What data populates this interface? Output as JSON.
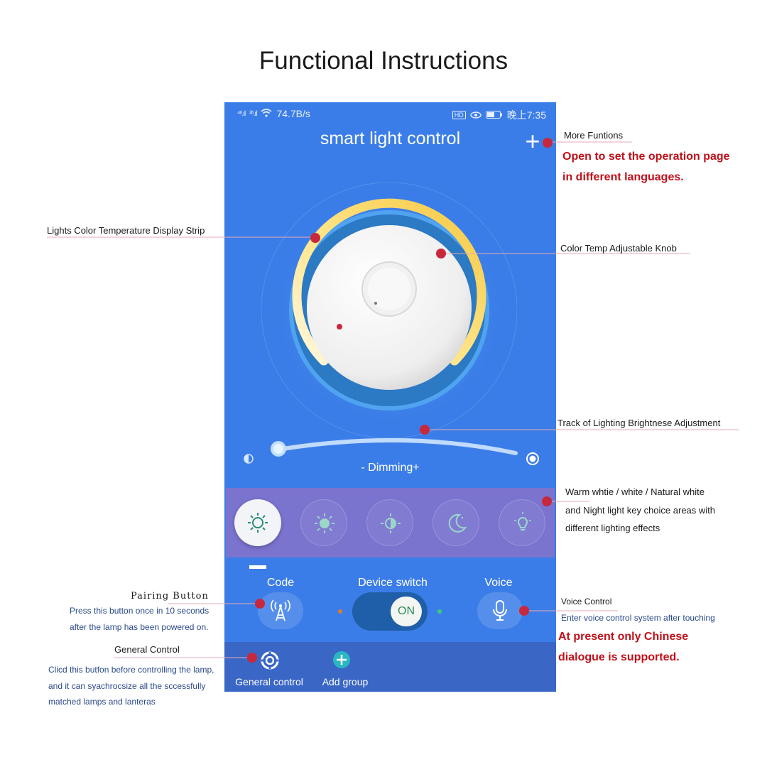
{
  "page_title": "Functional Instructions",
  "status_bar": {
    "signal_1": "⁴⁶.ıl",
    "signal_2": "²⁶.ıl",
    "speed": "74.7B/s",
    "hd_badge": "HD",
    "time": "晚上7:35"
  },
  "app": {
    "title": "smart light control",
    "plus_label": "+",
    "dimming_label": "- Dimming+",
    "switch_state": "ON",
    "controls": {
      "code_label": "Code",
      "switch_label": "Device switch",
      "voice_label": "Voice"
    },
    "tabs": {
      "general_label": "General control",
      "add_group_label": "Add group"
    },
    "modes": [
      "warm-white-icon",
      "white-icon",
      "natural-white-icon",
      "night-light-icon",
      "bulb-icon"
    ],
    "active_mode_index": 0,
    "brightness_level": 0.1
  },
  "annotations": {
    "more_functions": "More Funtions",
    "more_functions_desc_1": "Open to set the operation page",
    "more_functions_desc_2": "in different languages.",
    "color_strip": "Lights Color Temperature Display Strip",
    "color_knob": "Color Temp Adjustable Knob",
    "brightness_track": "Track of Lighting Brightnese Adjustment",
    "modes_1": "Warm whtie / white / Natural white",
    "modes_2": "and Night light key choice areas with",
    "modes_3": "different lighting effects",
    "pairing_title": "Pairing Button",
    "pairing_desc_1": "Press this button once in 10 seconds",
    "pairing_desc_2": "after the lamp has been powered on.",
    "general_title": "General Control",
    "general_desc_1": "Clicd this butfon before controlling the lamp,",
    "general_desc_2": "and it can syachrocsize all the sccessfully",
    "general_desc_3": "matched lamps and lanteras",
    "voice_title": "Voice Control",
    "voice_desc": "Enter voice control system after touching",
    "voice_note_1": "At present only Chinese",
    "voice_note_2": "dialogue is supported."
  },
  "colors": {
    "screen_bg": "#3b7de8",
    "mode_strip": "#7a74cf",
    "warm_arc": "#f5c842",
    "annotation_red": "#c0101a",
    "annotation_dot": "#c8283c"
  }
}
